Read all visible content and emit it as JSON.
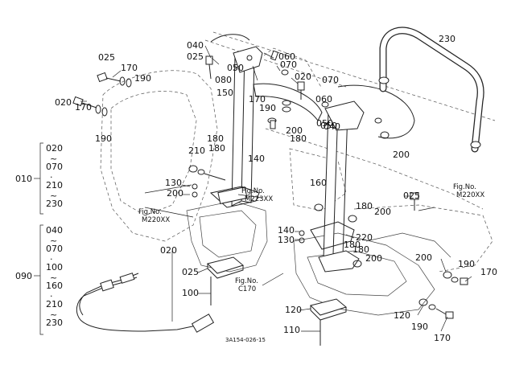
{
  "diagram": {
    "drawing_code": "3A154-026-15",
    "part_labels": [
      "040",
      "025",
      "060",
      "070",
      "020",
      "050",
      "080",
      "150",
      "170",
      "190",
      "025",
      "170",
      "190",
      "020",
      "170",
      "190",
      "180",
      "200",
      "180",
      "210",
      "140",
      "130",
      "200",
      "180",
      "060",
      "050",
      "070",
      "050",
      "040",
      "200",
      "230",
      "200",
      "180",
      "025",
      "200",
      "180",
      "140",
      "130",
      "220",
      "180",
      "200",
      "190",
      "170",
      "025",
      "100",
      "120",
      "110",
      "120",
      "190",
      "170",
      "020",
      "160"
    ],
    "figure_refs": [
      {
        "line1": "Fig.No.",
        "line2": "M220XX"
      },
      {
        "line1": "Fig.No.",
        "line2": "M223XX"
      },
      {
        "line1": "Fig.No.",
        "line2": "C170"
      },
      {
        "line1": "Fig.No.",
        "line2": "M220XX"
      }
    ],
    "groups": [
      {
        "code": "010",
        "members": [
          "020",
          "~",
          "070",
          "·",
          "210",
          "~",
          "230"
        ]
      },
      {
        "code": "090",
        "members": [
          "040",
          "~",
          "070",
          "·",
          "100",
          "~",
          "160",
          "·",
          "210",
          "~",
          "230"
        ]
      }
    ]
  }
}
